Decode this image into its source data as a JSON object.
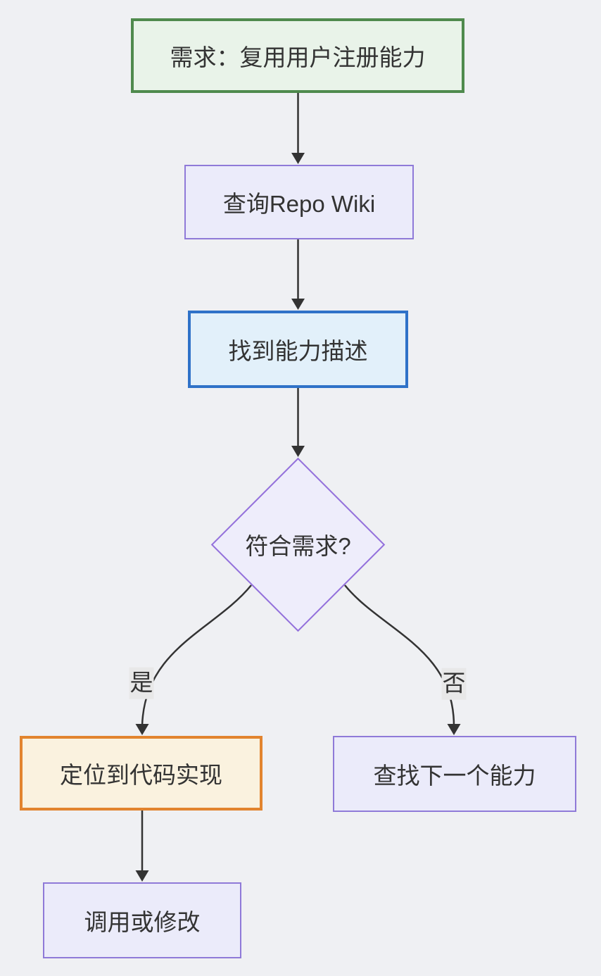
{
  "diagram": {
    "type": "flowchart",
    "direction": "top-down",
    "background_color": "#eff0f3",
    "edge_color": "#333333",
    "edge_label_background": "#e8e8e8",
    "text_color": "#333333",
    "nodes": [
      {
        "id": "A",
        "label": "需求：复用用户注册能力",
        "shape": "rect",
        "border_color": "#4f8a4d",
        "fill_color": "#e9f3e9"
      },
      {
        "id": "B",
        "label": "查询Repo Wiki",
        "shape": "rect",
        "border_color": "#8f7ad8",
        "fill_color": "#ebebfa"
      },
      {
        "id": "C",
        "label": "找到能力描述",
        "shape": "rect",
        "border_color": "#2f72c8",
        "fill_color": "#e2f0fa"
      },
      {
        "id": "D",
        "label": "符合需求?",
        "shape": "diamond",
        "border_color": "#9370db",
        "fill_color": "#eeedfb"
      },
      {
        "id": "E",
        "label": "定位到代码实现",
        "shape": "rect",
        "border_color": "#e2842e",
        "fill_color": "#faf2df"
      },
      {
        "id": "F",
        "label": "查找下一个能力",
        "shape": "rect",
        "border_color": "#8f7ad8",
        "fill_color": "#ebebfa"
      },
      {
        "id": "G",
        "label": "调用或修改",
        "shape": "rect",
        "border_color": "#8f7ad8",
        "fill_color": "#ebebfa"
      }
    ],
    "edges": [
      {
        "from": "A",
        "to": "B",
        "label": ""
      },
      {
        "from": "B",
        "to": "C",
        "label": ""
      },
      {
        "from": "C",
        "to": "D",
        "label": ""
      },
      {
        "from": "D",
        "to": "E",
        "label": "是"
      },
      {
        "from": "D",
        "to": "F",
        "label": "否"
      },
      {
        "from": "E",
        "to": "G",
        "label": ""
      }
    ]
  }
}
